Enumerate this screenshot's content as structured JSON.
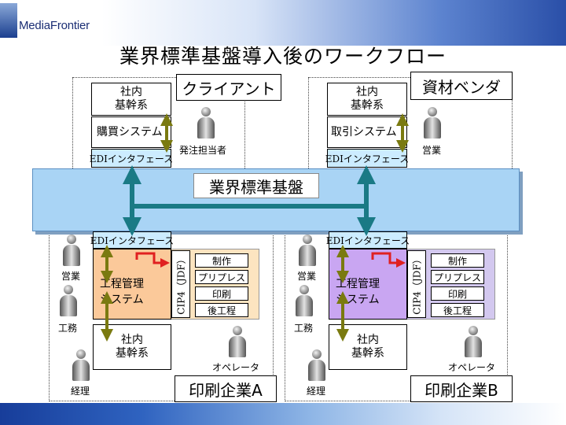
{
  "title": "業界標準基盤導入後のワークフロー",
  "logo": {
    "text": "MediaFrontier"
  },
  "platform": {
    "label": "業界標準基盤"
  },
  "client": {
    "name": "クライアント",
    "core": "社内\n基幹系",
    "system": "購買システム",
    "edi": "EDIインタフェース",
    "person": "発注担当者"
  },
  "vendor": {
    "name": "資材ベンダ",
    "core": "社内\n基幹系",
    "system": "取引システム",
    "edi": "EDIインタフェース",
    "person": "営業"
  },
  "printA": {
    "name": "印刷企業A",
    "edi": "EDIインタフェース",
    "system": "工程管理\nシステム",
    "cip": "CIP4（JDF）",
    "steps": [
      "制作",
      "プリプレス",
      "印刷",
      "後工程"
    ],
    "core": "社内\n基幹系",
    "people": {
      "sales": "営業",
      "works": "工務",
      "manager": "経理",
      "operator": "オペレータ"
    }
  },
  "printB": {
    "name": "印刷企業B",
    "edi": "EDIインタフェース",
    "system": "工程管理\nシステム",
    "cip": "CIP4（JDF）",
    "steps": [
      "制作",
      "プリプレス",
      "印刷",
      "後工程"
    ],
    "core": "社内\n基幹系",
    "people": {
      "sales": "営業",
      "works": "工務",
      "manager": "経理",
      "operator": "オペレータ"
    }
  },
  "colors": {
    "teal_arrow": "#1a7a85",
    "olive_arrow": "#7a7a10",
    "red_arrow": "#e02020",
    "platform_band": "#a9d4f5",
    "edi_fill": "#ccecff"
  }
}
